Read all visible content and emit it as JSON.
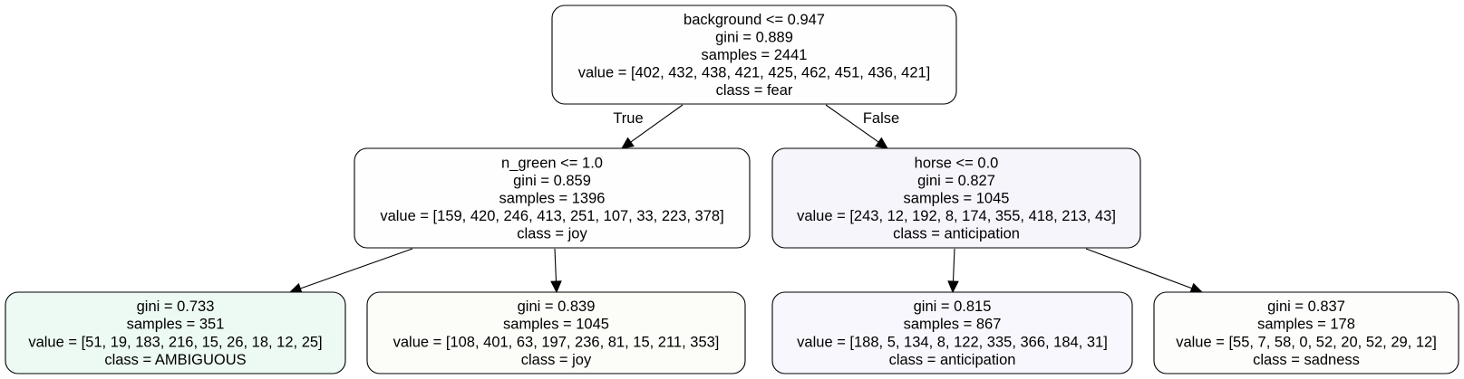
{
  "tree": {
    "edge_labels": {
      "true_label": "True",
      "false_label": "False"
    },
    "nodes": [
      {
        "id": "root",
        "lines": [
          "background <= 0.947",
          "gini = 0.889",
          "samples = 2441",
          "value = [402, 432, 438, 421, 425, 462, 451, 436, 421]",
          "class = fear"
        ],
        "fill": "#fefeff"
      },
      {
        "id": "left",
        "lines": [
          "n_green <= 1.0",
          "gini = 0.859",
          "samples = 1396",
          "value = [159, 420, 246, 413, 251, 107, 33, 223, 378]",
          "class = joy"
        ],
        "fill": "#fefefe"
      },
      {
        "id": "right",
        "lines": [
          "horse <= 0.0",
          "gini = 0.827",
          "samples = 1045",
          "value = [243, 12, 192, 8, 174, 355, 418, 213, 43]",
          "class = anticipation"
        ],
        "fill": "#f6f5fc"
      },
      {
        "id": "leaf-1",
        "lines": [
          "gini = 0.733",
          "samples = 351",
          "value = [51, 19, 183, 216, 15, 26, 18, 12, 25]",
          "class = AMBIGUOUS"
        ],
        "fill": "#edfaf3"
      },
      {
        "id": "leaf-2",
        "lines": [
          "gini = 0.839",
          "samples = 1045",
          "value = [108, 401, 63, 197, 236, 81, 15, 211, 353]",
          "class = joy"
        ],
        "fill": "#fcfdf8"
      },
      {
        "id": "leaf-3",
        "lines": [
          "gini = 0.815",
          "samples = 867",
          "value = [188, 5, 134, 8, 122, 335, 366, 184, 31]",
          "class = anticipation"
        ],
        "fill": "#f8f7fd"
      },
      {
        "id": "leaf-4",
        "lines": [
          "gini = 0.837",
          "samples = 178",
          "value = [55, 7, 58, 0, 52, 20, 52, 29, 12]",
          "class = sadness"
        ],
        "fill": "#fdfdfc"
      }
    ],
    "edges": [
      {
        "from": "root",
        "to": "left",
        "label": "true_label"
      },
      {
        "from": "root",
        "to": "right",
        "label": "false_label"
      },
      {
        "from": "left",
        "to": "leaf-1"
      },
      {
        "from": "left",
        "to": "leaf-2"
      },
      {
        "from": "right",
        "to": "leaf-3"
      },
      {
        "from": "right",
        "to": "leaf-4"
      }
    ]
  }
}
